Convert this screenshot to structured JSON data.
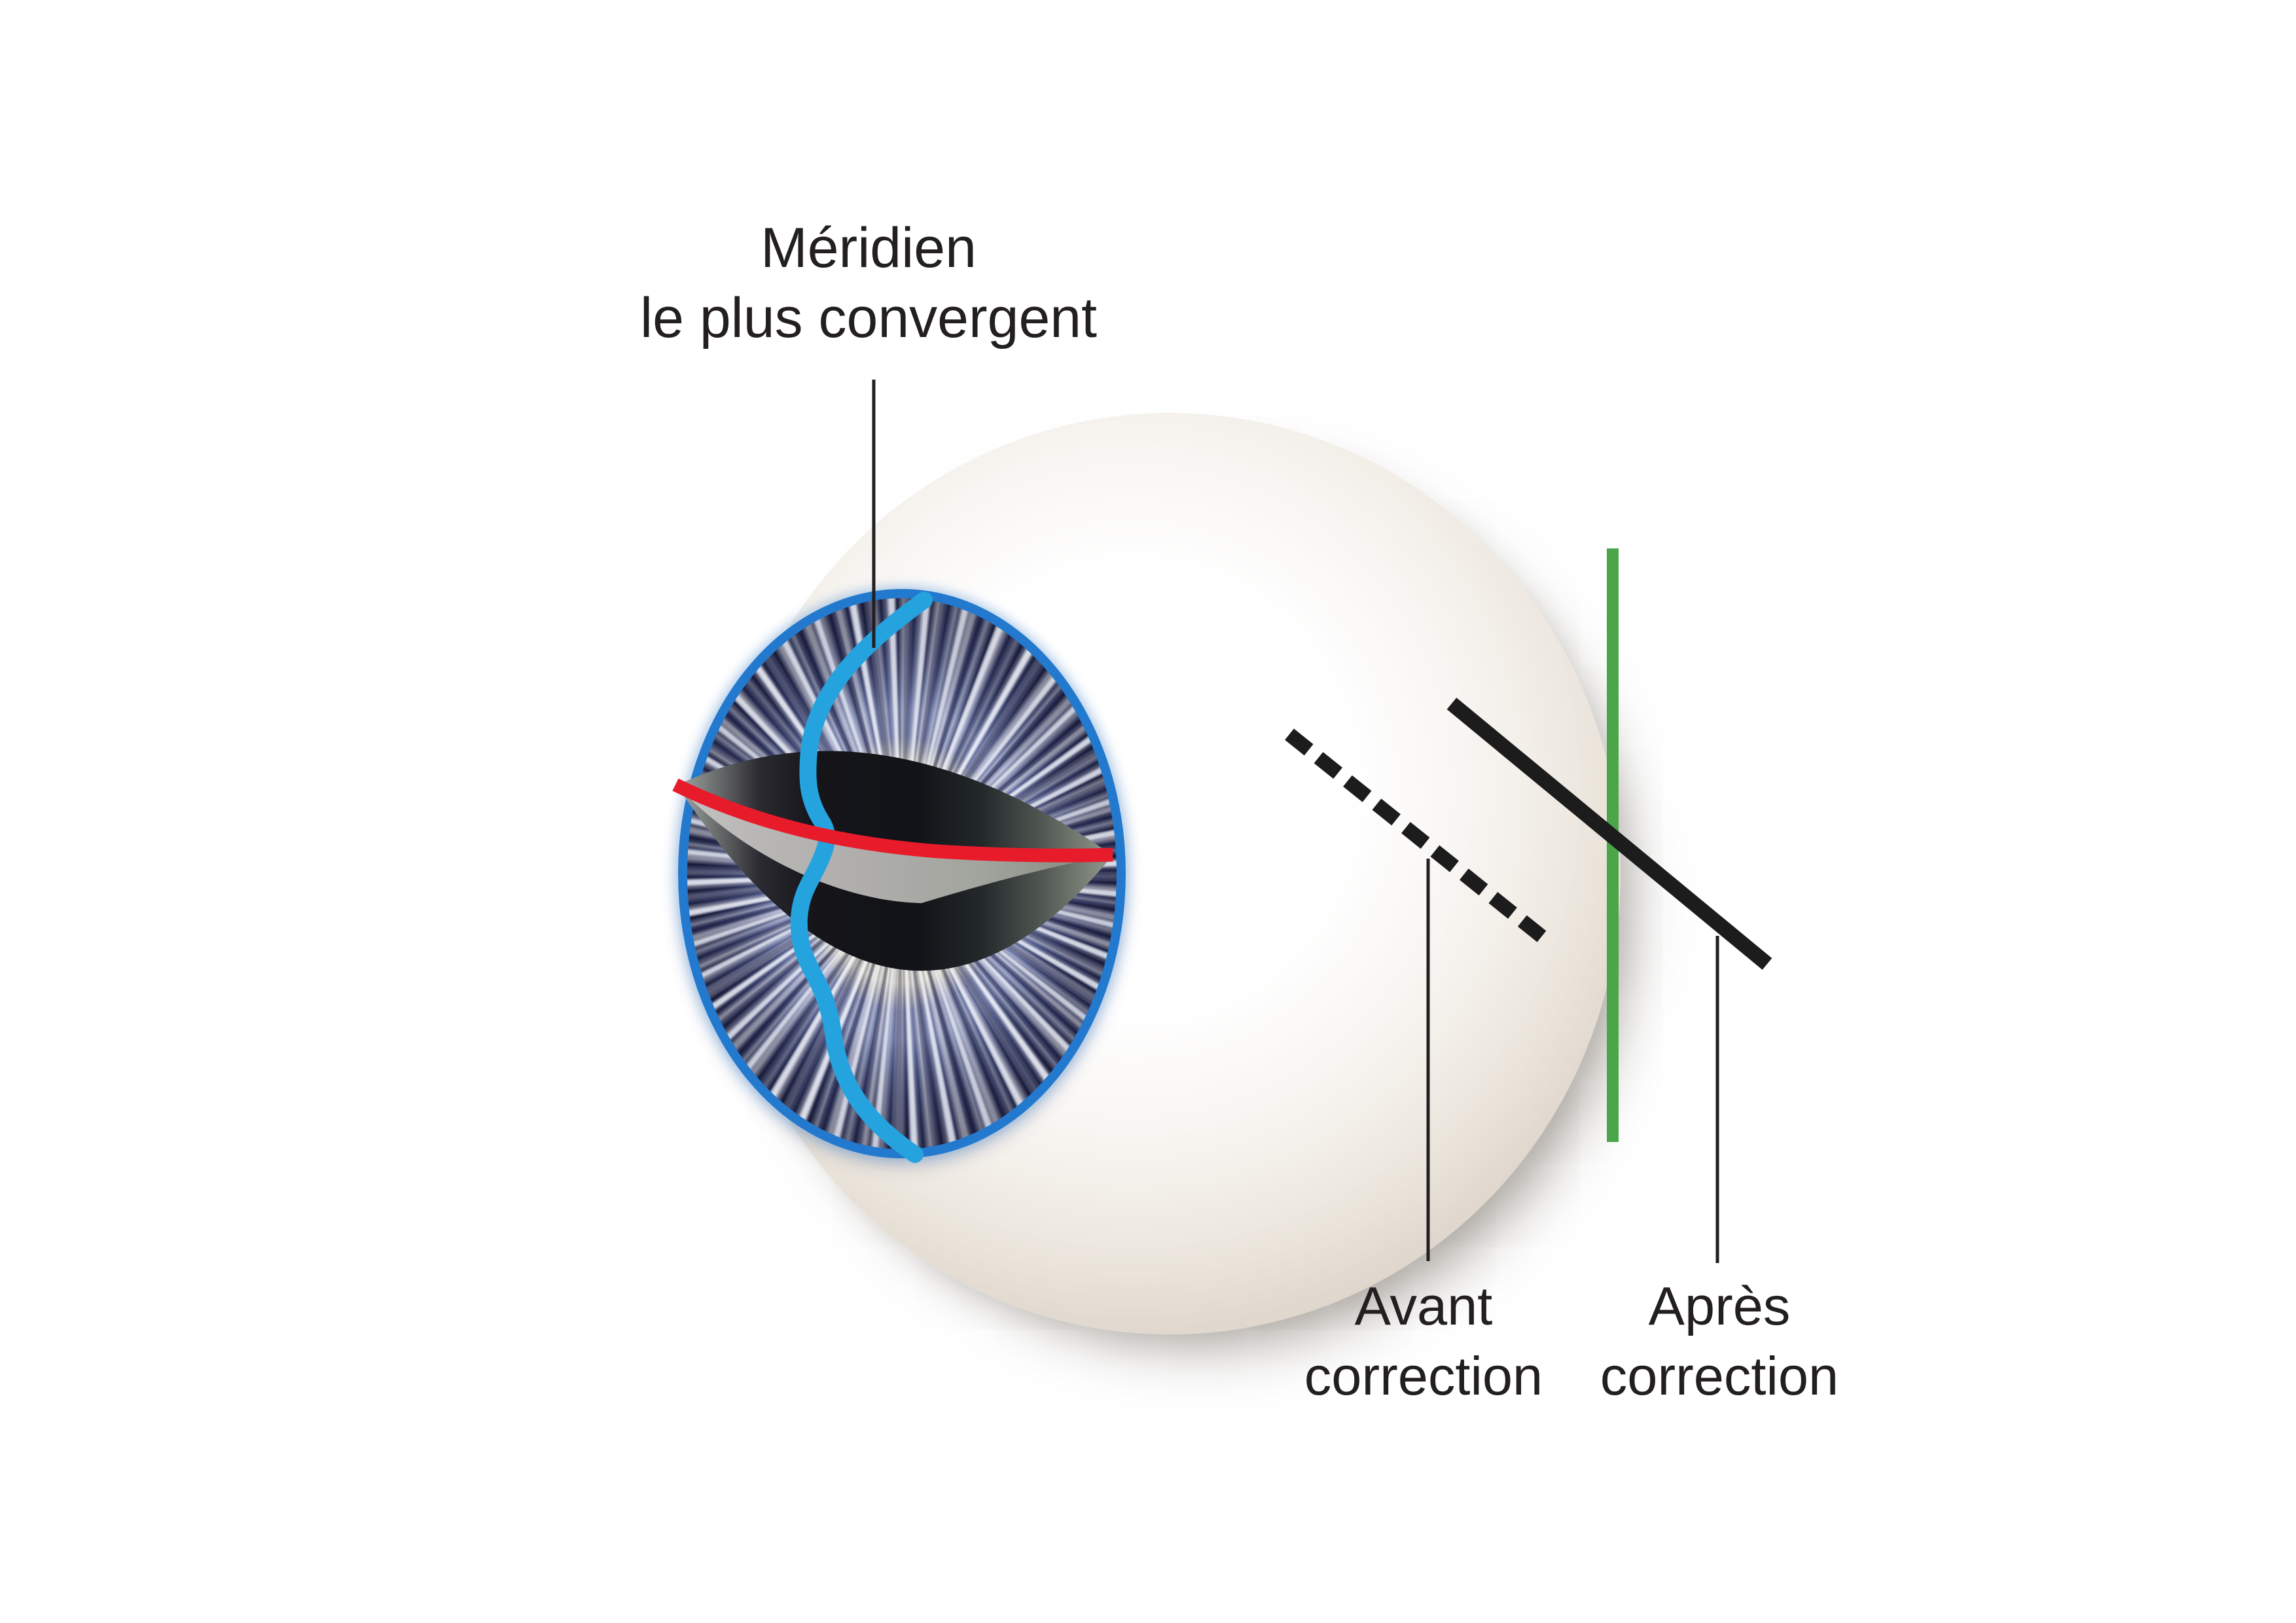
{
  "diagram": {
    "title": {
      "line1": "Méridien",
      "line2": "le plus convergent"
    },
    "labels": {
      "before_correction": {
        "line1": "Avant",
        "line2": "correction"
      },
      "after_correction": {
        "line1": "Après",
        "line2": "correction"
      }
    },
    "colors": {
      "text": "#231f20",
      "leader_line": "#231f20",
      "red_meridian": "#e81b2b",
      "blue_meridian": "#25a3de",
      "iris_rim": "#2279cd",
      "green_corrected_line": "#4ba549",
      "black_ray_line": "#1c1c1c"
    }
  }
}
